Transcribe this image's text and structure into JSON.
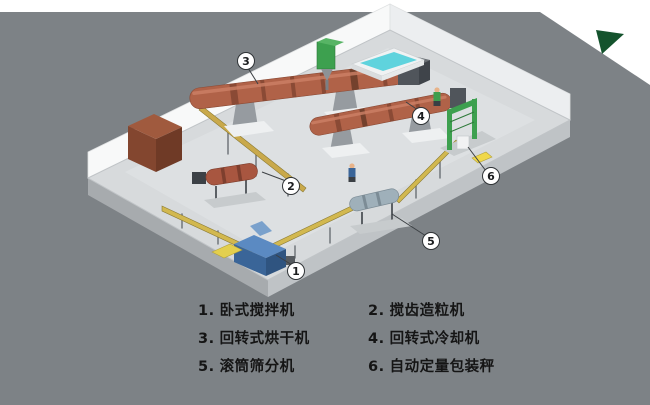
{
  "colors": {
    "backdrop": "#7d8286",
    "white": "#ffffff",
    "triangle_green": "#14532d",
    "floor": "#d7dadc",
    "floor_side_left": "#a7abae",
    "floor_side_right": "#bfc3c6",
    "wall_left": "#f8f9f9",
    "wall_right": "#eceef0",
    "dryer_body": "#b06248",
    "dryer_ring": "#8a4a35",
    "cabinet": "#83462f",
    "granulator_body": "#a85640",
    "mixer_blue": "#5b8ac2",
    "tank_water": "#5fd3dd",
    "machine_green": "#3da04f",
    "conveyor": "#d2b84f",
    "pallet_yellow": "#e3cf4e",
    "screen_body": "#9fb0ba",
    "support_gray": "#969ba0",
    "dark_metal": "#50555b"
  },
  "callouts": [
    {
      "label": "1"
    },
    {
      "label": "2"
    },
    {
      "label": "3"
    },
    {
      "label": "4"
    },
    {
      "label": "5"
    },
    {
      "label": "6"
    }
  ],
  "legend": {
    "items": [
      {
        "number": "1.",
        "name": "卧式搅拌机"
      },
      {
        "number": "2.",
        "name": "搅齿造粒机"
      },
      {
        "number": "3.",
        "name": "回转式烘干机"
      },
      {
        "number": "4.",
        "name": "回转式冷却机"
      },
      {
        "number": "5.",
        "name": "滚筒筛分机"
      },
      {
        "number": "6.",
        "name": "自动定量包装秤"
      }
    ]
  }
}
